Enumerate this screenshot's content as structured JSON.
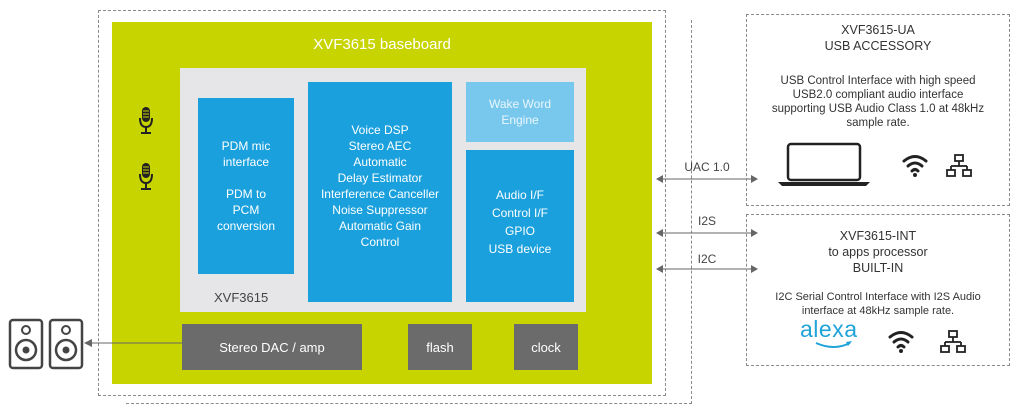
{
  "baseboard": {
    "title": "XVF3615 baseboard",
    "chip_label": "XVF3615",
    "pdm_block": [
      "PDM mic",
      "interface",
      "",
      "PDM to",
      "PCM",
      "conversion"
    ],
    "dsp_block": [
      "Voice DSP",
      "Stereo AEC",
      "Automatic",
      "Delay Estimator",
      "Interference Canceller",
      "Noise Suppressor",
      "Automatic Gain",
      "Control"
    ],
    "wake_word": [
      "Wake Word",
      "Engine"
    ],
    "io_block": [
      "Audio I/F",
      "Control I/F",
      "GPIO",
      "USB device"
    ],
    "dac": "Stereo DAC / amp",
    "flash": "flash",
    "clock": "clock"
  },
  "links": {
    "uac": "UAC 1.0",
    "i2s": "I2S",
    "i2c": "I2C"
  },
  "usb_accessory": {
    "title1": "XVF3615-UA",
    "title2": "USB ACCESSORY",
    "desc": [
      "USB Control Interface with high speed",
      "USB2.0 compliant audio interface",
      "supporting USB Audio Class 1.0 at 48kHz",
      "sample rate."
    ]
  },
  "built_in": {
    "title1": "XVF3615-INT",
    "title2": "to apps processor",
    "title3": "BUILT-IN",
    "desc": [
      "I2C Serial Control Interface with I2S Audio",
      "interface at 48kHz sample rate."
    ],
    "logo_text": "alexa"
  },
  "colors": {
    "baseboard": "#c8d400",
    "block_blue": "#1aa0dc",
    "block_lightblue": "#78c8ee",
    "block_grey": "#6b6b6b",
    "panel_grey": "#e6e6e8",
    "alexa_blue": "#1fa3d8"
  }
}
